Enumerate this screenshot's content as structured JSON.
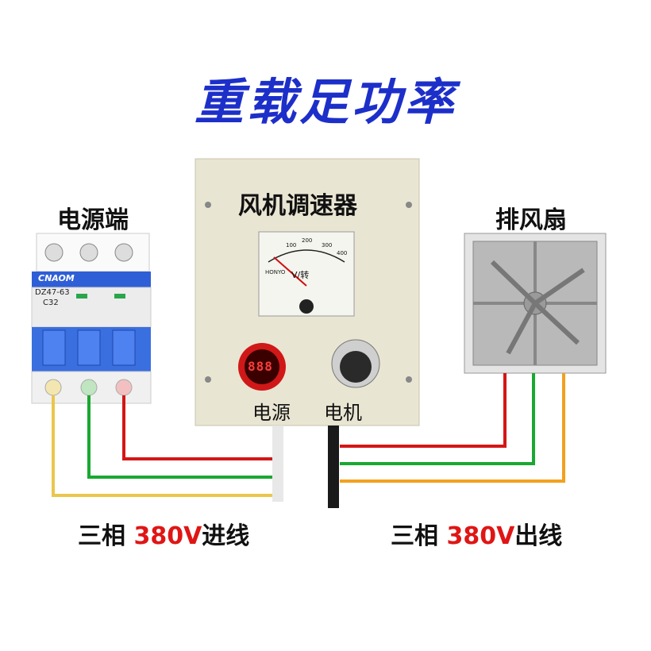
{
  "headline": "重载足功率",
  "breaker": {
    "title": "电源端",
    "brand": "CNAOM",
    "model": "DZ47-63",
    "rating": "C32"
  },
  "controller": {
    "title": "风机调速器",
    "meter": {
      "unit": "V/转",
      "brand": "HONYO",
      "scale_labels": [
        "100",
        "200",
        "300",
        "400"
      ]
    },
    "display": "888",
    "power_label": "电源",
    "motor_label": "电机"
  },
  "fan": {
    "title": "排风扇"
  },
  "input_caption": {
    "prefix": "三相 ",
    "voltage": "380V",
    "suffix": "进线"
  },
  "output_caption": {
    "prefix": "三相 ",
    "voltage": "380V",
    "suffix": "出线"
  },
  "wire_colors": {
    "red": "#d41616",
    "green": "#1aa831",
    "yellow": "#e9c74c",
    "orange": "#f2a11e",
    "cable_white": "#e8e8e8",
    "cable_black": "#1a1a1a"
  }
}
